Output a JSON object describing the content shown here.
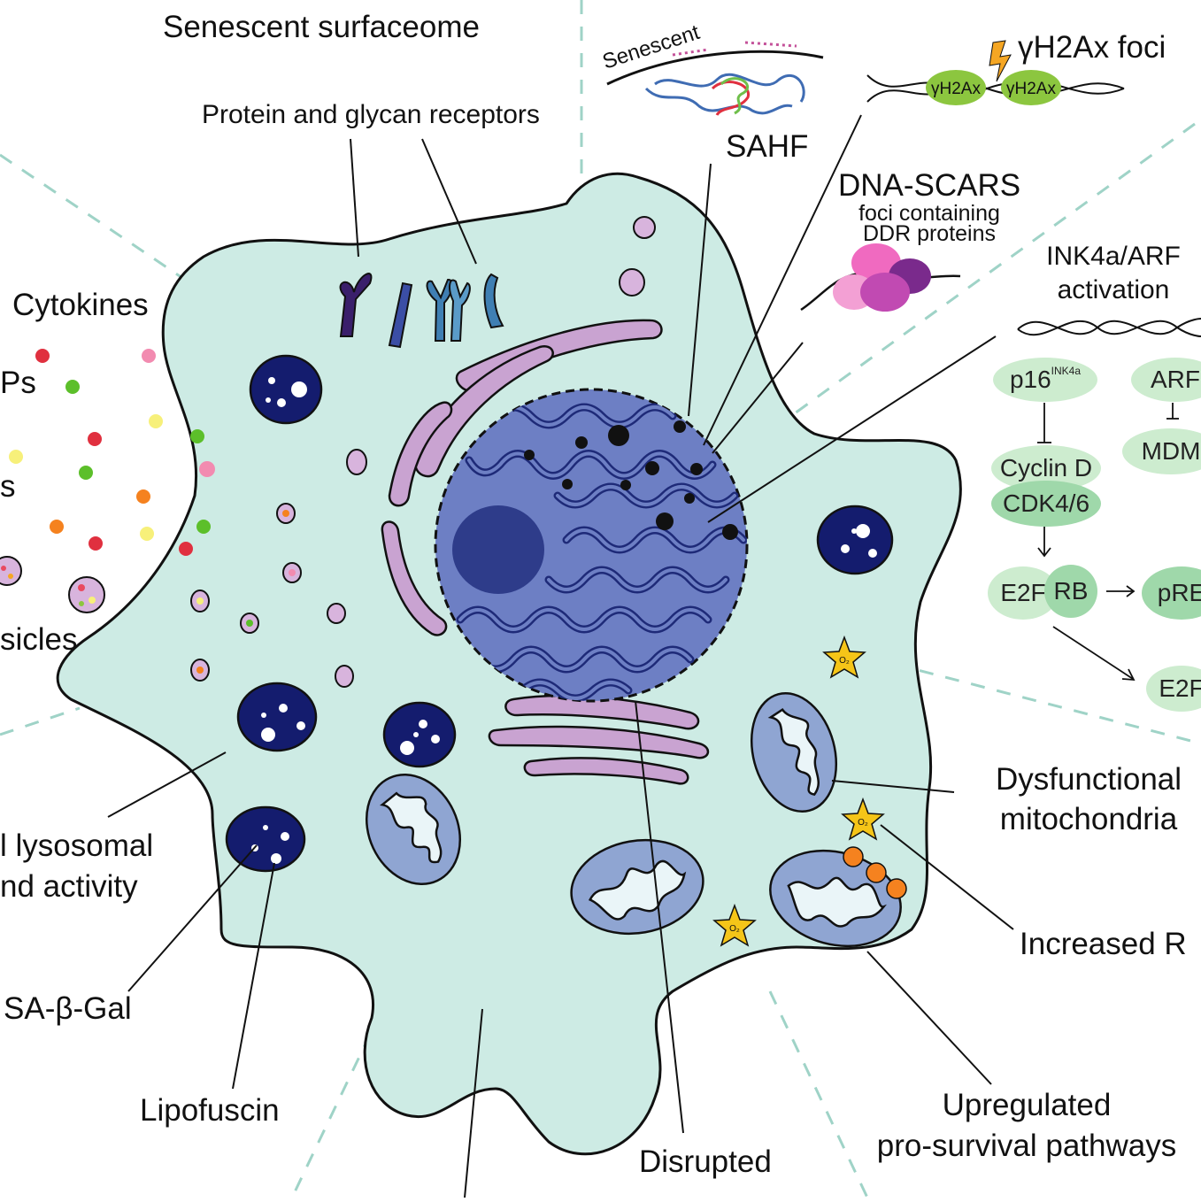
{
  "labels": {
    "surfaceome": "Senescent surfaceome",
    "receptors": "Protein and glycan receptors",
    "cytokines": "Cytokines",
    "frag_ps": "Ps",
    "frag_s": "s",
    "frag_vesicles": "sicles",
    "lysosomal_line1": "l lysosomal",
    "lysosomal_line2": "nd activity",
    "sagal": "SA-β-Gal",
    "lipofuscin": "Lipofuscin",
    "senescent_arc": "Senescent",
    "sahf": "SAHF",
    "h2ax_title": "γH2Ax  foci",
    "h2ax_tag": "γH2Ax",
    "dna_scars": "DNA-SCARS",
    "foci_line1": "foci containing",
    "foci_line2": "DDR proteins",
    "ink_line1": "INK4a/ARF",
    "ink_line2": "activation",
    "mito_line1": "Dysfunctional",
    "mito_line2": "mitochondria",
    "ros": "Increased R",
    "survival_line1": "Upregulated",
    "survival_line2": "pro-survival pathways",
    "disrupted": "Disrupted",
    "o2": "O₂"
  },
  "pathway": {
    "p16": "p16",
    "p16_sup": "INK4a",
    "arf": "ARF",
    "mdm": "MDM",
    "cyclin": "Cyclin D",
    "cdk": "CDK4/6",
    "e2f": "E2F",
    "rb": "RB",
    "prb": "pRE",
    "e2f_free": "E2F"
  },
  "colors": {
    "cytoplasm": "#cdebe4",
    "nucleus": "#6d7fc4",
    "chromatin": "#2b3a8c",
    "nucleolus": "#2e3c8a",
    "golgi": "#c9a3d1",
    "lysosome": "#141c6e",
    "mitochondria": "#8fa5d2",
    "receptor_dark": "#3a1f6b",
    "receptor_blue": "#3f7fb3",
    "ddr_pink": "#e86bb8",
    "ddr_purple": "#8a3a96",
    "h2ax": "#8cc63f",
    "ros_star": "#f5c518",
    "pathway_light": "#cdeccf",
    "pathway_dark": "#9fd8aa",
    "dashes": "#9fd3c7"
  }
}
